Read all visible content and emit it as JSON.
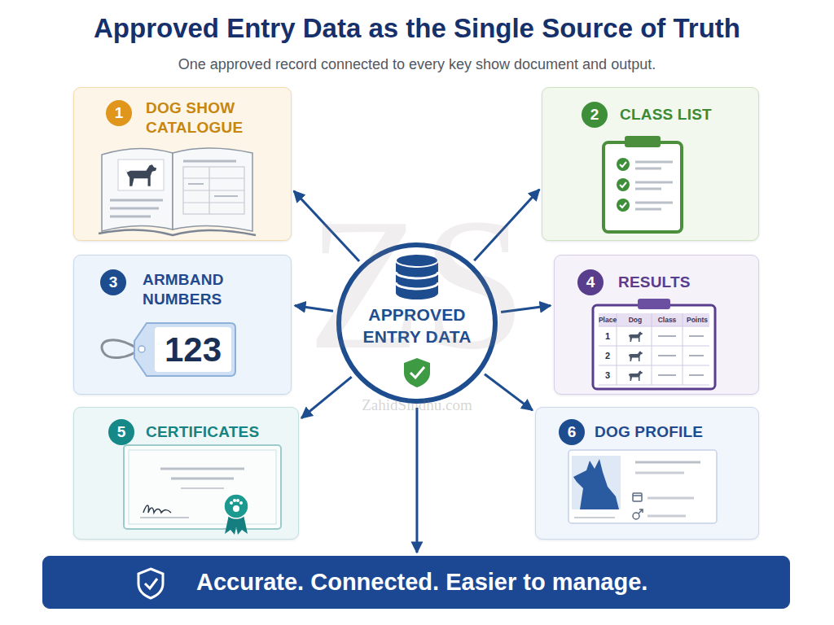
{
  "diagram": {
    "title": "Approved Entry Data as the Single Source of Truth",
    "caption": "One approved record connected to every key show document and output.",
    "nodes": [
      {
        "text": [
          "1",
          "DOG SHOW CATALOGUE"
        ]
      },
      {
        "text": [
          "2",
          "CLASS LIST"
        ]
      },
      {
        "text": [
          "3",
          "ARMBAND NUMBERS"
        ]
      },
      {
        "text": [
          "APPROVED ENTRY DATA"
        ]
      },
      {
        "text": [
          "4",
          "RESULTS"
        ]
      },
      {
        "text": [
          "5",
          "CERTIFICATES"
        ]
      },
      {
        "text": [
          "6",
          "DOG PROFILE"
        ]
      },
      {
        "text": [
          "Accurate. Connected. Easier to manage."
        ]
      }
    ],
    "edges": [
      {
        "from": 3,
        "to": 0,
        "arrow": "to"
      },
      {
        "from": 3,
        "to": 1,
        "arrow": "to"
      },
      {
        "from": 3,
        "to": 2,
        "arrow": "to"
      },
      {
        "from": 3,
        "to": 4,
        "arrow": "to"
      },
      {
        "from": 3,
        "to": 5,
        "arrow": "to"
      },
      {
        "from": 3,
        "to": 6,
        "arrow": "to"
      },
      {
        "from": 3,
        "to": 7,
        "arrow": "to"
      }
    ],
    "labels": [
      "123",
      "Place",
      "Dog",
      "Class",
      "Points",
      "1",
      "2",
      "3",
      "ZS",
      "ZahidSindhu.com"
    ]
  }
}
